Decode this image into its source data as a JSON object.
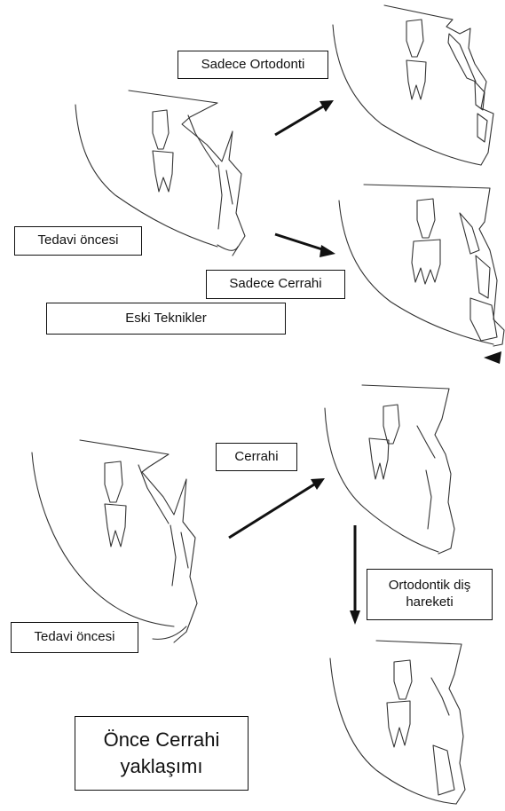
{
  "top_section": {
    "label_before": "Tedavi öncesi",
    "label_ortho_only": "Sadece Ortodonti",
    "label_surgery_only": "Sadece Cerrahi",
    "label_old_techniques": "Eski Teknikler"
  },
  "bottom_section": {
    "label_before": "Tedavi öncesi",
    "label_surgery": "Cerrahi",
    "label_ortho_movement_line1": "Ortodontik diş",
    "label_ortho_movement_line2": "hareketi",
    "label_surgery_first_line1": "Önce Cerrahi",
    "label_surgery_first_line2": "yaklaşımı"
  }
}
